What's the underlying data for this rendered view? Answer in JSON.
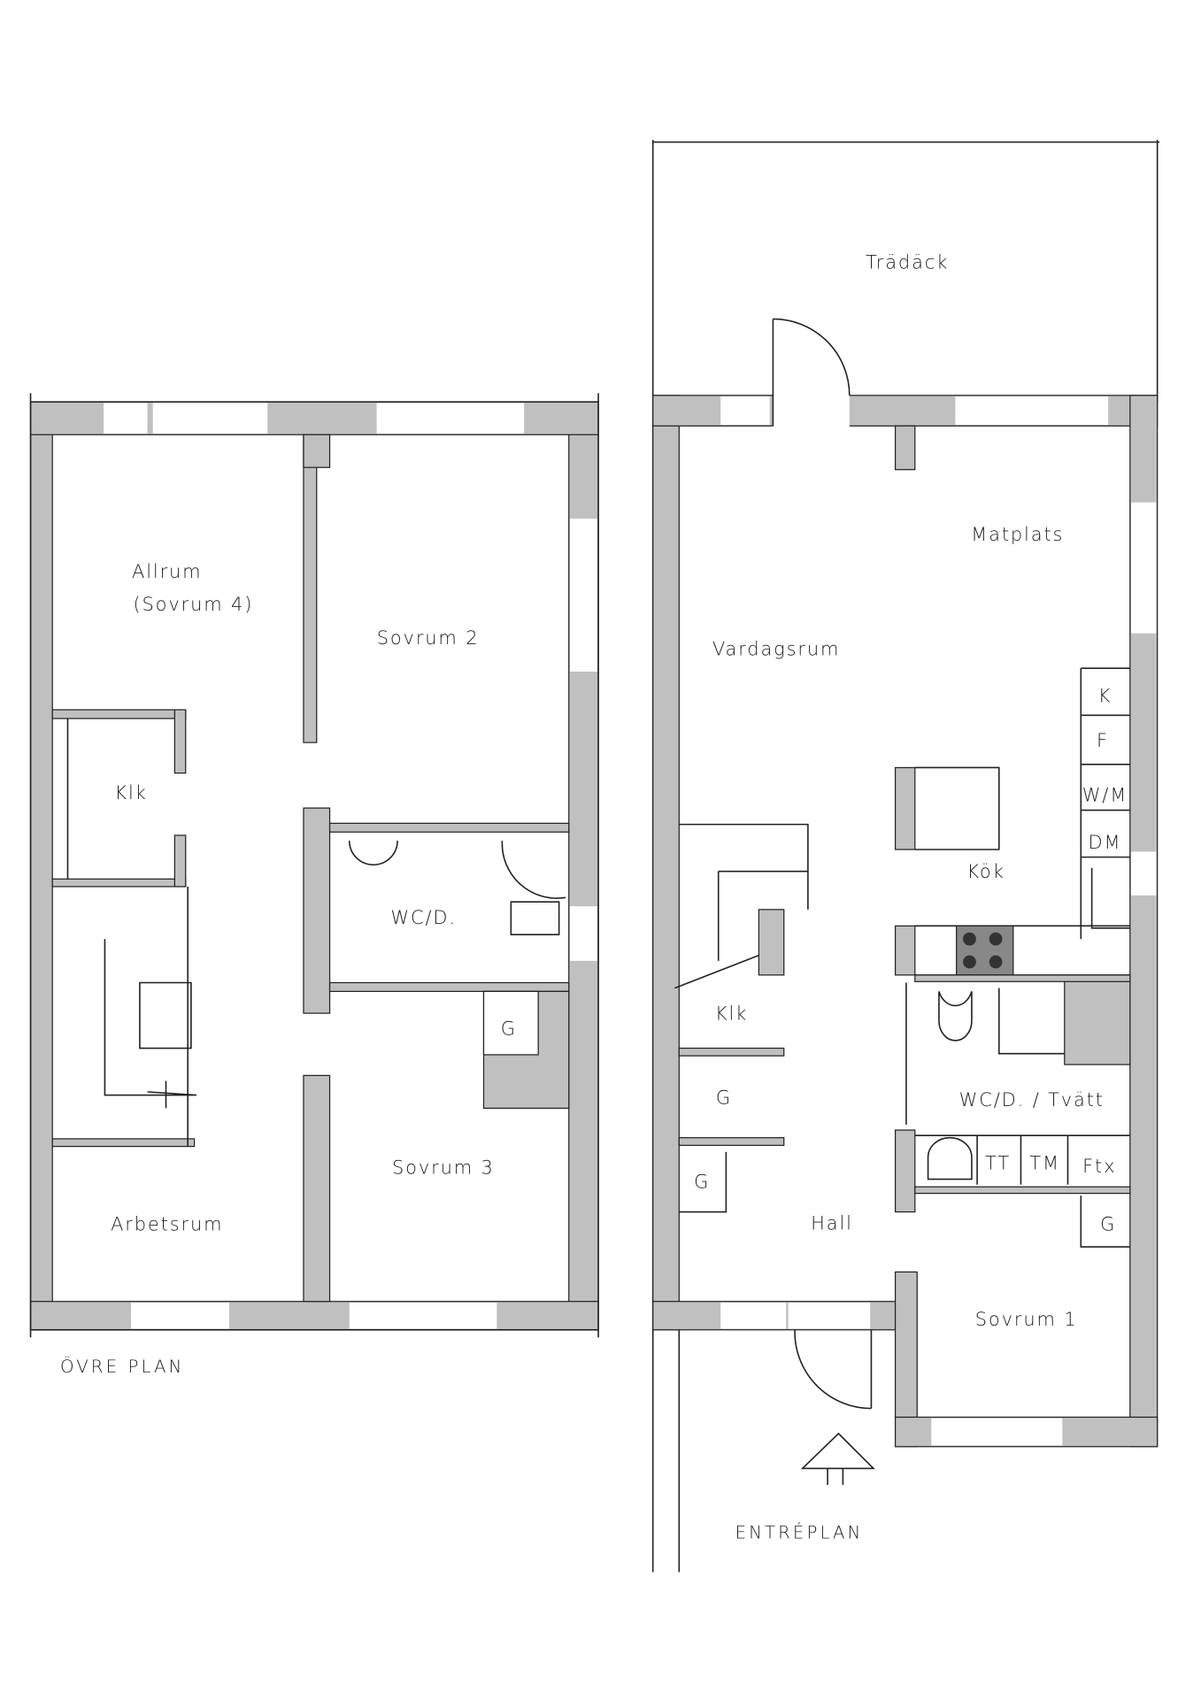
{
  "upper_plan": {
    "title": "ÖVRE PLAN",
    "rooms": {
      "allrum": "Allrum",
      "allrum_sub": "(Sovrum 4)",
      "sovrum2": "Sovrum 2",
      "klk": "Klk",
      "wc": "WC/D.",
      "g": "G",
      "sovrum3": "Sovrum 3",
      "arbetsrum": "Arbetsrum"
    }
  },
  "entry_plan": {
    "title": "ENTRÉPLAN",
    "rooms": {
      "tradack": "Trädäck",
      "matplats": "Matplats",
      "vardagsrum": "Vardagsrum",
      "k": "K",
      "f": "F",
      "wm": "W/M",
      "dm": "DM",
      "kok": "Kök",
      "klk": "Klk",
      "g1": "G",
      "g2": "G",
      "wc_tvatt": "WC/D. / Tvätt",
      "tt": "TT",
      "tm": "TM",
      "ftx": "Ftx",
      "hall": "Hall",
      "g3": "G",
      "sovrum1": "Sovrum 1"
    }
  },
  "colors": {
    "wall": "#c0c0c0",
    "line": "#222222"
  }
}
